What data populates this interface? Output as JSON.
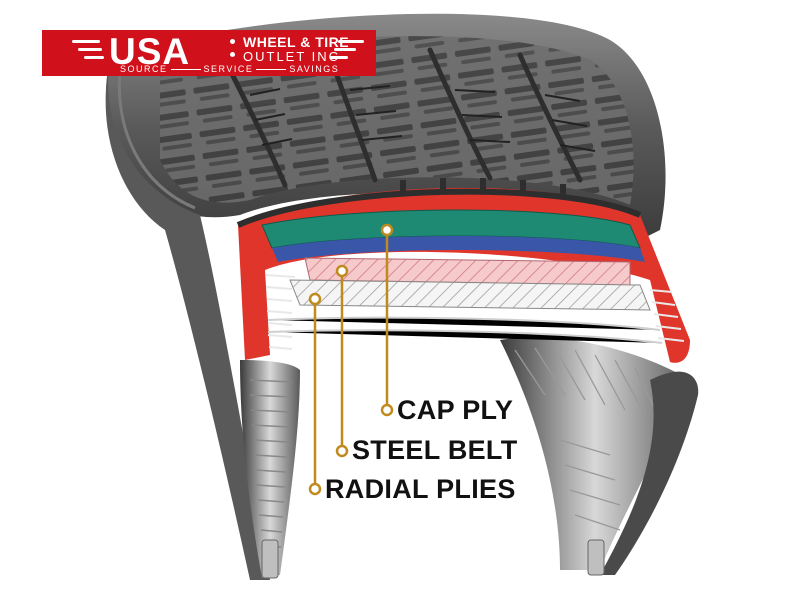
{
  "logo": {
    "brand": "USA",
    "line1": "WHEEL & TIRE",
    "line2": "OUTLET INC",
    "tagline": [
      "SOURCE",
      "SERVICE",
      "SAVINGS"
    ],
    "color": "#d0111b"
  },
  "labels": {
    "cap_ply": "CAP PLY",
    "steel_belt": "STEEL BELT",
    "radial_plies": "RADIAL PLIES"
  },
  "colors": {
    "tread_dark": "#4a4a4a",
    "rubber_red": "#e0352b",
    "cap_ply_green": "#1f8a74",
    "blue_layer": "#3a56a8",
    "steel_belt_pink": "#f2b9bc",
    "leader_gold": "#c08a1e"
  }
}
